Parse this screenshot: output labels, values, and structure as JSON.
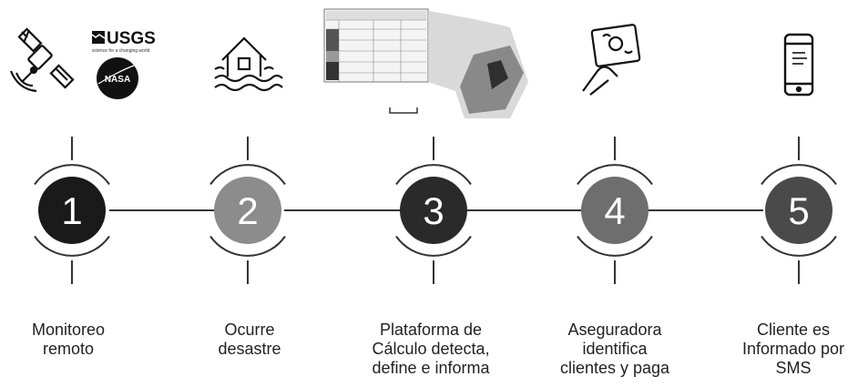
{
  "steps": [
    {
      "number": "1",
      "label": "Monitoreo\nremoto",
      "icon": "satellite-icon"
    },
    {
      "number": "2",
      "label": "Ocurre\ndesastre",
      "icon": "flood-house-icon"
    },
    {
      "number": "3",
      "label": "Plataforma de\nCálculo detecta,\ndefine e informa",
      "icon": "report-map-icon"
    },
    {
      "number": "4",
      "label": "Aseguradora\nidentifica\nclientes y paga",
      "icon": "hand-card-icon"
    },
    {
      "number": "5",
      "label": "Cliente es\nInformado por\nSMS",
      "icon": "smartphone-icon"
    }
  ],
  "logos": {
    "usgs": "USGS",
    "usgs_tagline": "science for a changing world",
    "nasa": "NASA"
  },
  "colors": {
    "step1": "#1a1a1a",
    "step2": "#8c8c8c",
    "step3": "#2a2a2a",
    "step4": "#6e6e6e",
    "step5": "#4a4a4a",
    "line": "#333333"
  }
}
